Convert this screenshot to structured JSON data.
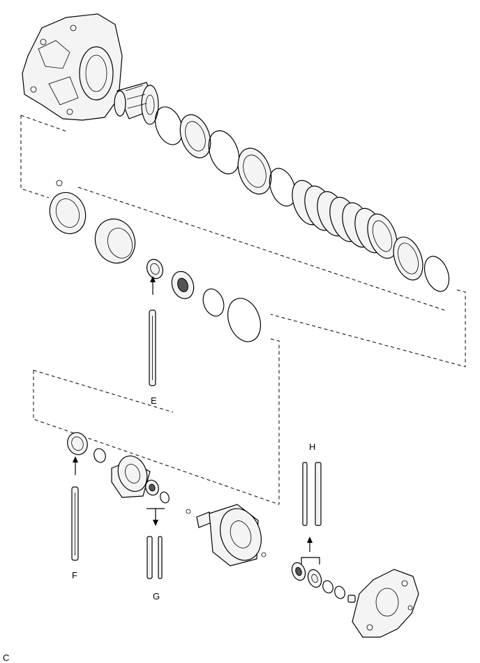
{
  "labels": {
    "E": "E",
    "F": "F",
    "G": "G",
    "H": "H",
    "C": "C"
  }
}
